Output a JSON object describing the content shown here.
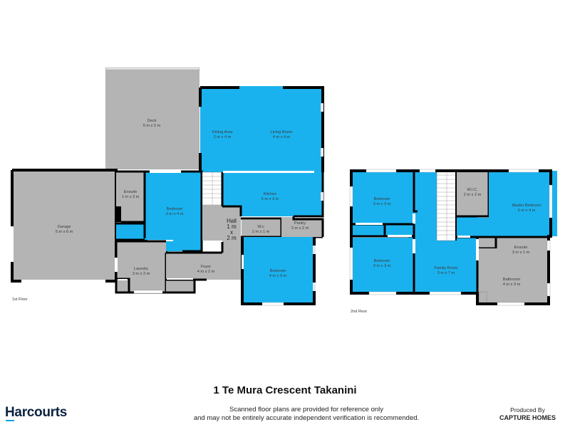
{
  "colors": {
    "living_blue": "#1ab2ee",
    "service_grey": "#b4b4b4",
    "wall": "#000000",
    "brand_navy": "#0c2340",
    "brand_accent": "#00a7e1"
  },
  "floors": [
    {
      "label": "1st Floor",
      "rooms": [
        {
          "name": "Deck",
          "size": "5 m x 5 m",
          "type": "outdoor"
        },
        {
          "name": "Dining Area",
          "size": "2 m x 4 m",
          "type": "living"
        },
        {
          "name": "Living Room",
          "size": "4 m x 4 m",
          "type": "living"
        },
        {
          "name": "Garage",
          "size": "5 m x 6 m",
          "type": "service"
        },
        {
          "name": "Ensuite",
          "size": "1 m x 3 m",
          "type": "service"
        },
        {
          "name": "Bedroom",
          "size": "3 m x 4 m",
          "type": "living"
        },
        {
          "name": "Kitchen",
          "size": "5 m x 3 m",
          "type": "living"
        },
        {
          "name": "Hall",
          "size": "1 m x 2 m",
          "type": "service"
        },
        {
          "name": "W.c",
          "size": "2 m x 1 m",
          "type": "service"
        },
        {
          "name": "Pantry",
          "size": "2 m x 2 m",
          "type": "service"
        },
        {
          "name": "Laundry",
          "size": "3 m x 2 m",
          "type": "service"
        },
        {
          "name": "Foyer",
          "size": "4 m x 2 m",
          "type": "service"
        },
        {
          "name": "Bedroom",
          "size": "4 m x 3 m",
          "type": "living"
        }
      ]
    },
    {
      "label": "2nd Floor",
      "rooms": [
        {
          "name": "Bedroom",
          "size": "3 m x 3 m",
          "type": "living"
        },
        {
          "name": "W.I.C.",
          "size": "2 m x 2 m",
          "type": "service"
        },
        {
          "name": "Master Bedroom",
          "size": "5 m x 4 m",
          "type": "living"
        },
        {
          "name": "Ensuite",
          "size": "3 m x 1 m",
          "type": "service"
        },
        {
          "name": "Bedroom",
          "size": "3 m x 3 m",
          "type": "living"
        },
        {
          "name": "Family Room",
          "size": "3 m x 7 m",
          "type": "living"
        },
        {
          "name": "Bathroom",
          "size": "4 m x 3 m",
          "type": "service"
        }
      ]
    }
  ],
  "hall_lines": [
    "Hall",
    "1 m",
    "x",
    "2 m"
  ],
  "footer": {
    "title": "1 Te Mura Crescent Takanini",
    "disclaimer_line1": "Scanned floor plans are provided for reference only",
    "disclaimer_line2": "and may not be entirely accurate independent verification is recommended.",
    "brand": "Harcourts",
    "produced_by_label": "Produced By",
    "producer": "CAPTURE HOMES"
  }
}
